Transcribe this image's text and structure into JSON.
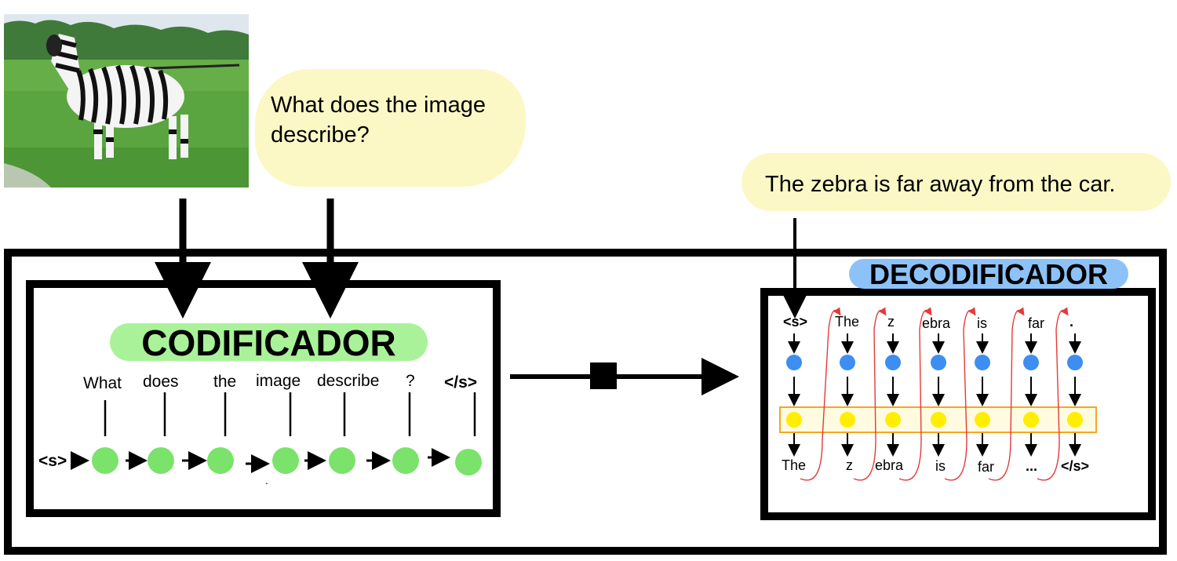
{
  "question": "What does the image describe?",
  "answer": "The zebra is far away from the car.",
  "encoder": {
    "title": "CODIFICADOR",
    "start_token": "<s>",
    "tokens": [
      "What",
      "does",
      "the",
      "image",
      "describe",
      "?",
      "</s>"
    ]
  },
  "decoder": {
    "title": "DECODIFICADOR",
    "inputs": [
      "<s>",
      "The",
      "z",
      "ebra",
      "is",
      "far",
      "."
    ],
    "outputs": [
      "The",
      "z",
      "ebra",
      "is",
      "far",
      "...",
      "</s>"
    ]
  },
  "colors": {
    "encoder_node": "#7be36b",
    "decoder_blue_node": "#3d8ef0",
    "decoder_yellow_node": "#ffee00",
    "highlight_row": "#f5a623",
    "feedback_arrow": "#e43a3a",
    "bubble": "#fbf8c6",
    "encoder_title_bg": "#a9f299",
    "decoder_title_bg": "#8dc2f8"
  }
}
